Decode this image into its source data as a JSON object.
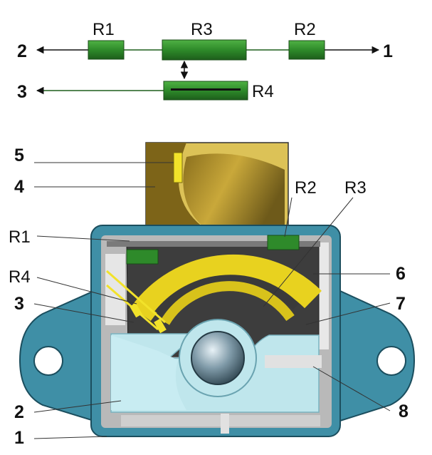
{
  "schematic": {
    "resistor_labels": [
      "R1",
      "R3",
      "R2",
      "R4"
    ],
    "terminal_left_top": "2",
    "terminal_right_top": "1",
    "terminal_left_bottom": "3"
  },
  "callouts": {
    "left": [
      "5",
      "4",
      "R1",
      "R4",
      "3",
      "2",
      "1"
    ],
    "right": [
      "6",
      "7",
      "8"
    ],
    "top_right": [
      "R2",
      "R3"
    ]
  },
  "colors": {
    "resistor_green": "#2e8a2a",
    "housing_blue": "#3f8fa6",
    "track_yellow": "#e8d21f",
    "contact_cyan": "#bfe6ec",
    "interior_gray": "#b8b8b8"
  }
}
